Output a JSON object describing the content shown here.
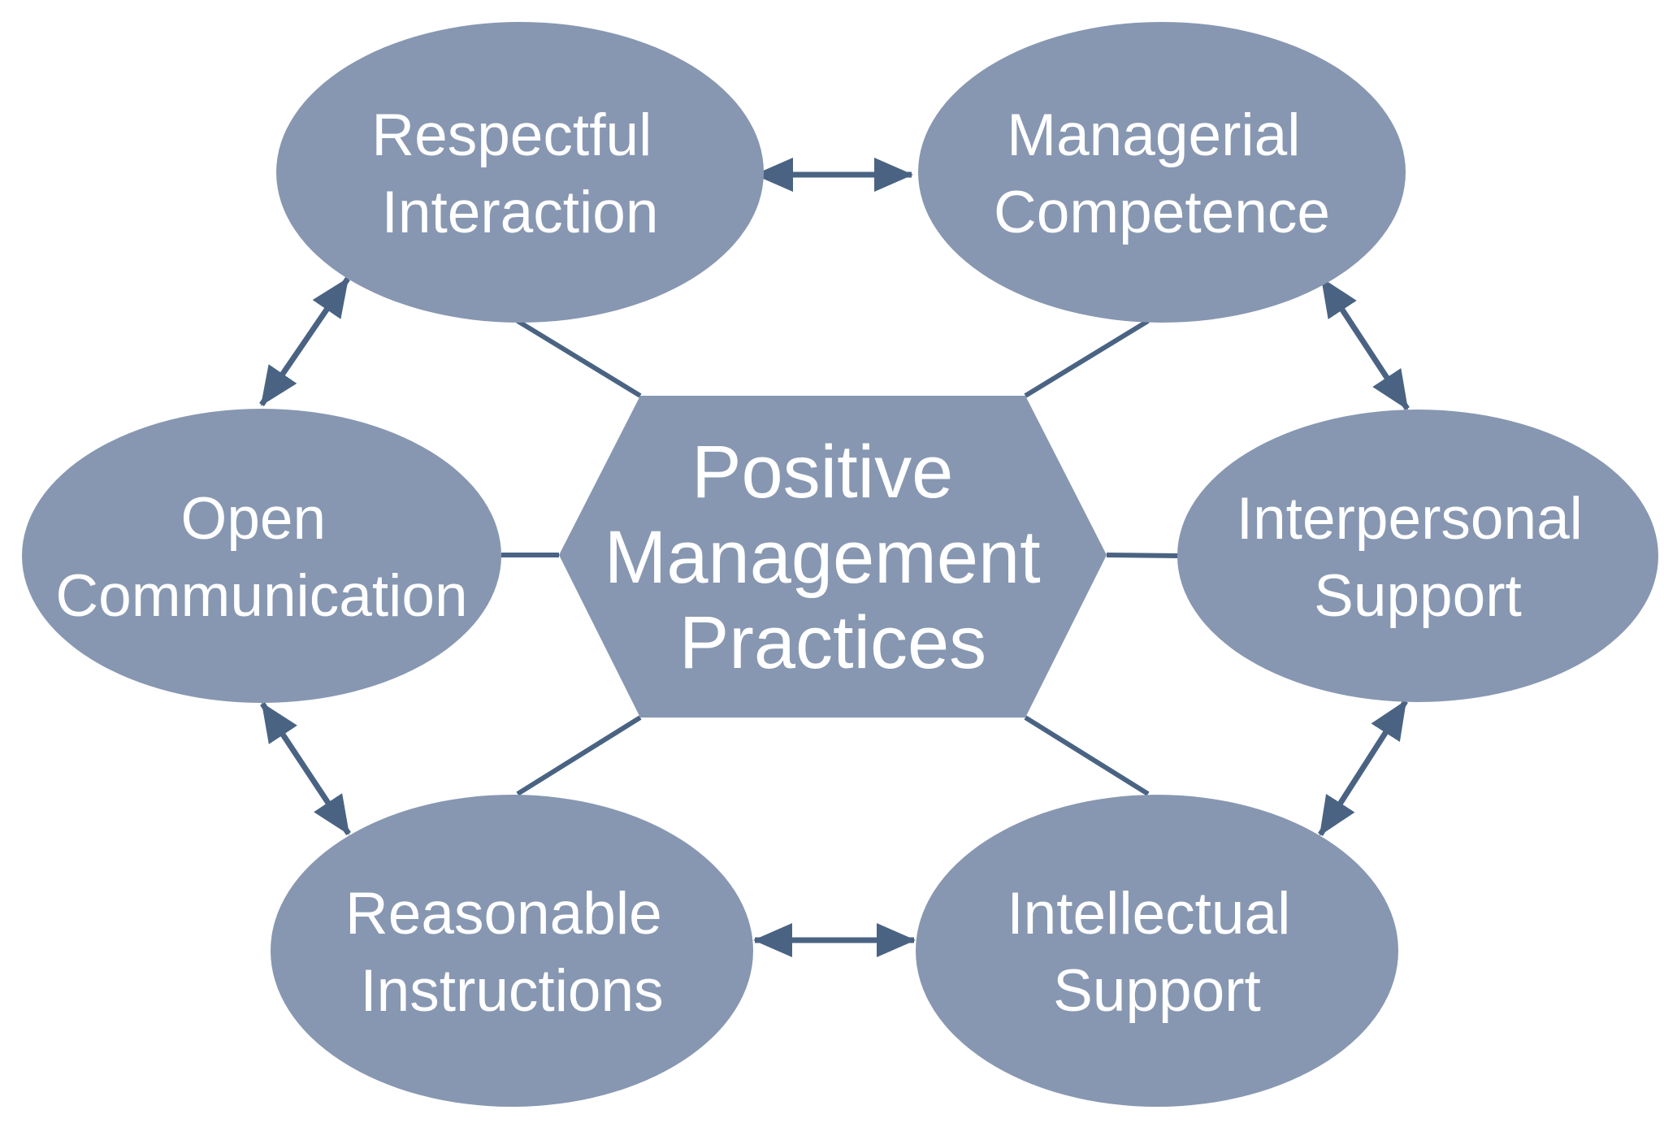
{
  "colors": {
    "background": "#ffffff",
    "shape_fill": "#8797B1",
    "connector": "#4A6383",
    "text_color": "#ffffff"
  },
  "center": {
    "shape": "hexagon",
    "lines": [
      "Positive",
      "Management",
      "Practices"
    ]
  },
  "nodes": [
    {
      "id": "respectful-interaction",
      "shape": "ellipse",
      "lines": [
        "Respectful",
        "Interaction"
      ]
    },
    {
      "id": "managerial-competence",
      "shape": "ellipse",
      "lines": [
        "Managerial",
        "Competence"
      ]
    },
    {
      "id": "open-communication",
      "shape": "ellipse",
      "lines": [
        "Open",
        "Communication"
      ]
    },
    {
      "id": "interpersonal-support",
      "shape": "ellipse",
      "lines": [
        "Interpersonal",
        "Support"
      ]
    },
    {
      "id": "reasonable-instructions",
      "shape": "ellipse",
      "lines": [
        "Reasonable",
        "Instructions"
      ]
    },
    {
      "id": "intellectual-support",
      "shape": "ellipse",
      "lines": [
        "Intellectual",
        "Support"
      ]
    }
  ],
  "connections": {
    "center_spokes": [
      "respectful-interaction",
      "managerial-competence",
      "open-communication",
      "interpersonal-support",
      "reasonable-instructions",
      "intellectual-support"
    ],
    "double_arrows": [
      [
        "respectful-interaction",
        "managerial-competence"
      ],
      [
        "respectful-interaction",
        "open-communication"
      ],
      [
        "managerial-competence",
        "interpersonal-support"
      ],
      [
        "open-communication",
        "reasonable-instructions"
      ],
      [
        "interpersonal-support",
        "intellectual-support"
      ],
      [
        "reasonable-instructions",
        "intellectual-support"
      ]
    ]
  }
}
